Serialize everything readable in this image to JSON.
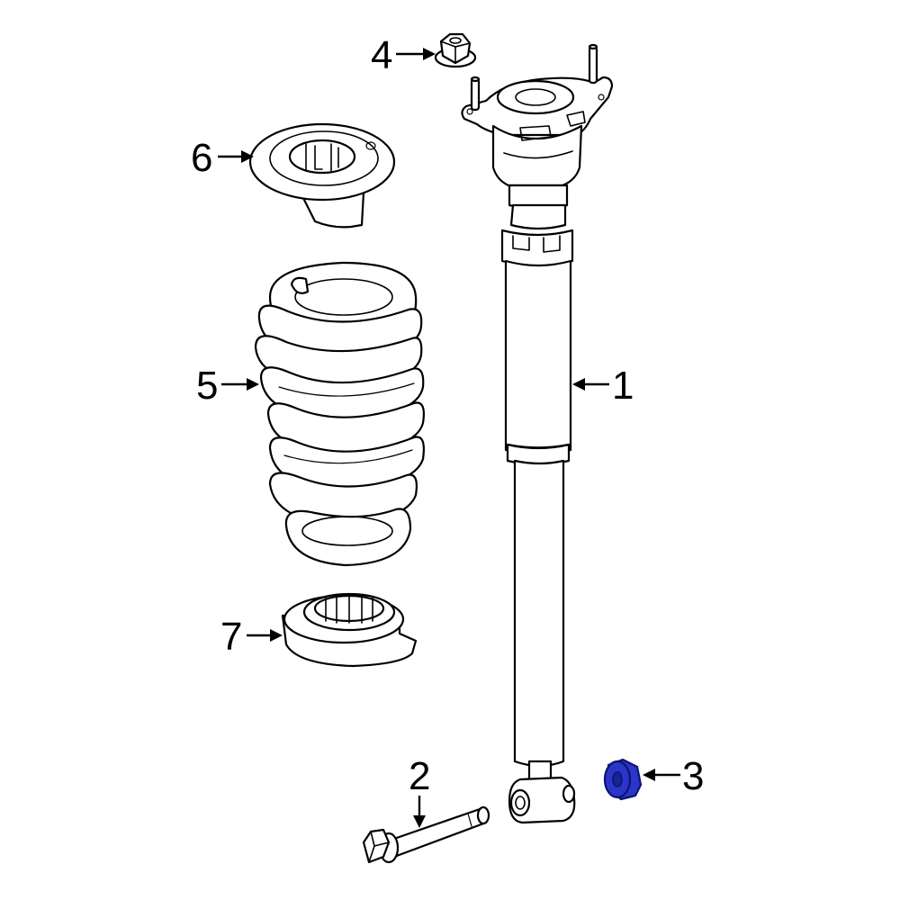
{
  "colors": {
    "line": "#000000",
    "background": "#ffffff",
    "highlight_fill": "#2b35c9",
    "highlight_stroke": "#0b1470"
  },
  "callouts": [
    {
      "id": "1",
      "label": "1",
      "part": "shock-absorber"
    },
    {
      "id": "2",
      "label": "2",
      "part": "mounting-bolt"
    },
    {
      "id": "3",
      "label": "3",
      "part": "nut",
      "highlighted": true
    },
    {
      "id": "4",
      "label": "4",
      "part": "upper-mount-nut"
    },
    {
      "id": "5",
      "label": "5",
      "part": "coil-spring"
    },
    {
      "id": "6",
      "label": "6",
      "part": "upper-spring-seat"
    },
    {
      "id": "7",
      "label": "7",
      "part": "lower-spring-seat"
    }
  ]
}
